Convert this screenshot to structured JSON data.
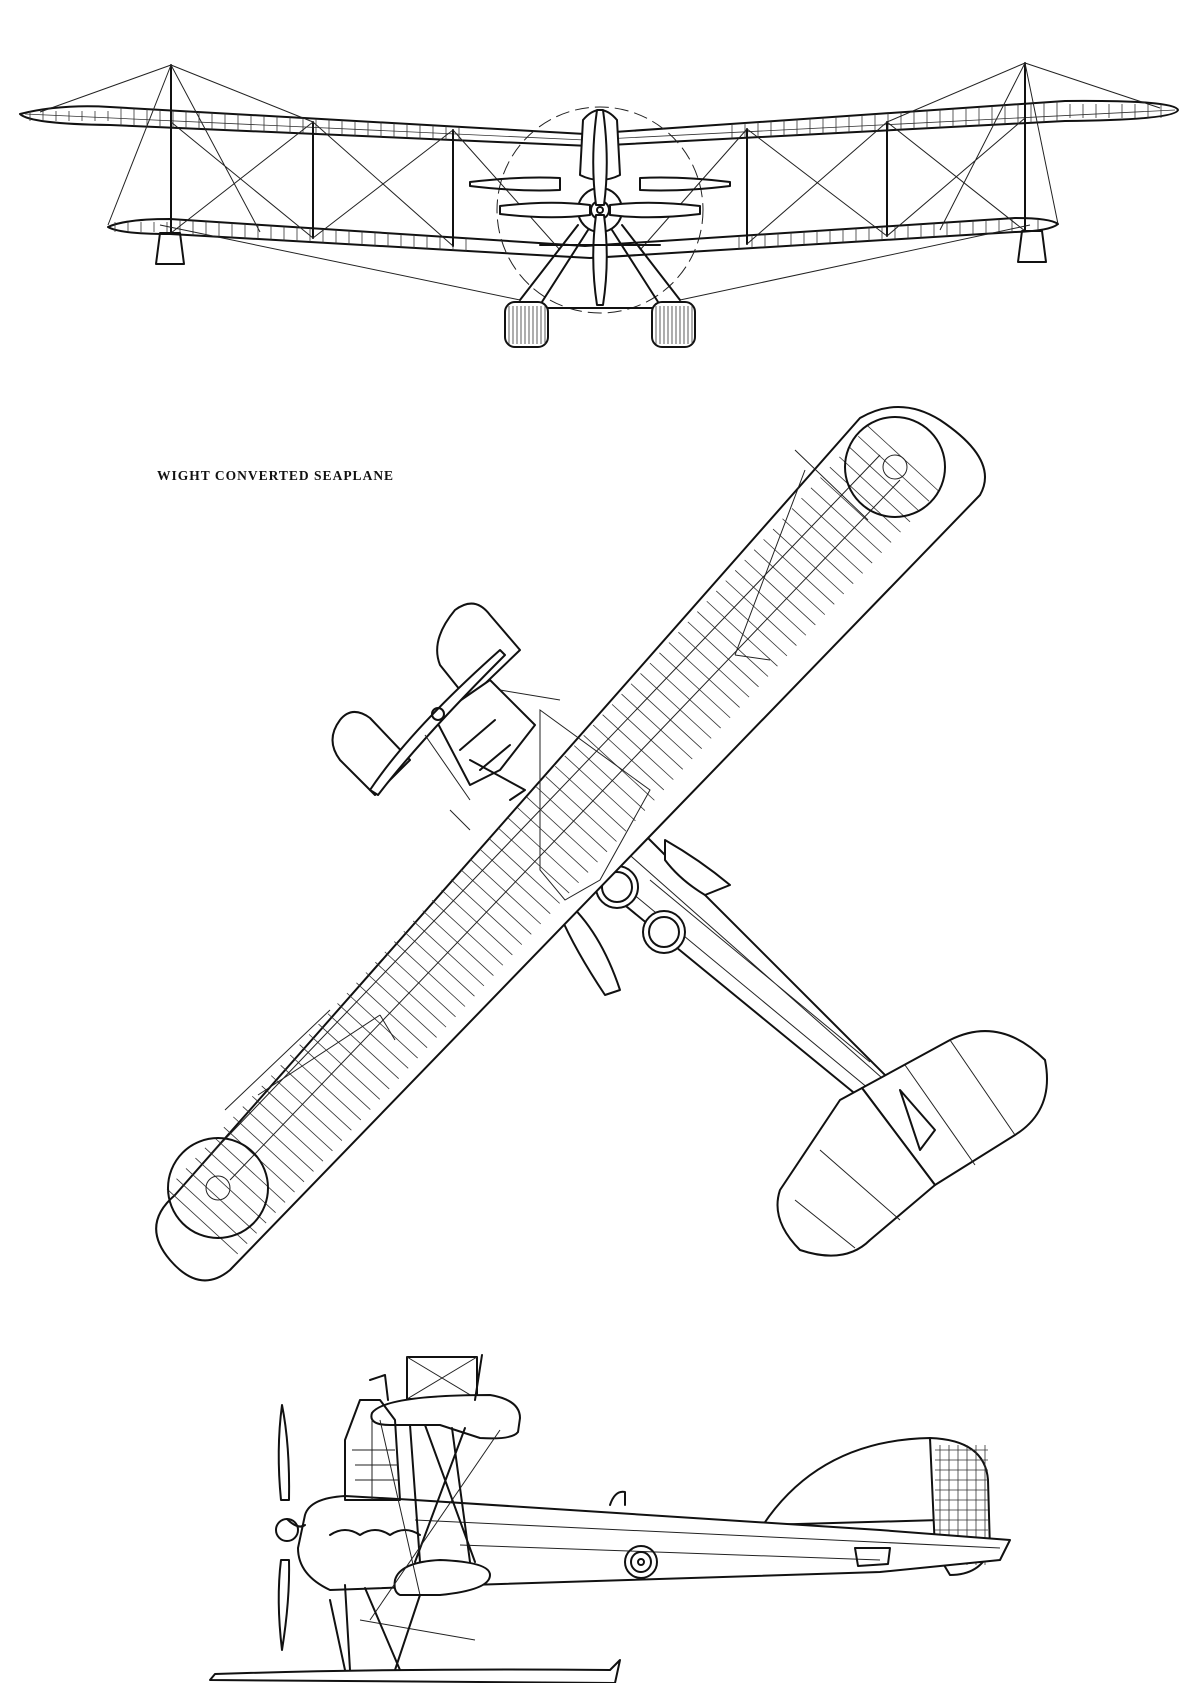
{
  "drawing": {
    "title": "WIGHT CONVERTED SEAPLANE",
    "views": [
      "front-elevation",
      "plan-view",
      "side-elevation"
    ],
    "line_color": "#111111",
    "background_color": "#ffffff"
  }
}
